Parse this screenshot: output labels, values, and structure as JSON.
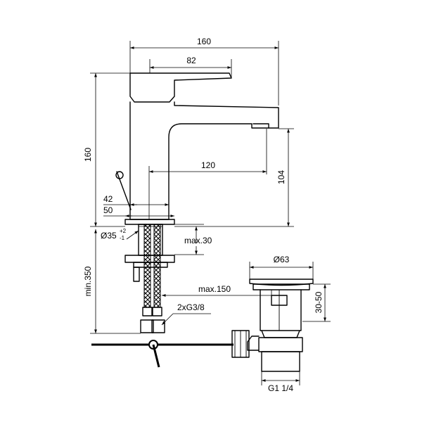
{
  "dimensions": {
    "overall_width": "160",
    "lever_length": "82",
    "overall_height": "160",
    "spout_reach": "120",
    "spout_height": "104",
    "base_width_42": "42",
    "base_width_50": "50",
    "hole_diameter": "Ø35",
    "hole_tolerance_upper": "+2",
    "hole_tolerance_lower": "-1",
    "max_thickness": "max.30",
    "min_hose_length": "min.350",
    "max_offset": "max.150",
    "connections": "2xG3/8",
    "waste_diameter": "Ø63",
    "waste_range": "30-50",
    "waste_thread": "G1 1/4"
  }
}
